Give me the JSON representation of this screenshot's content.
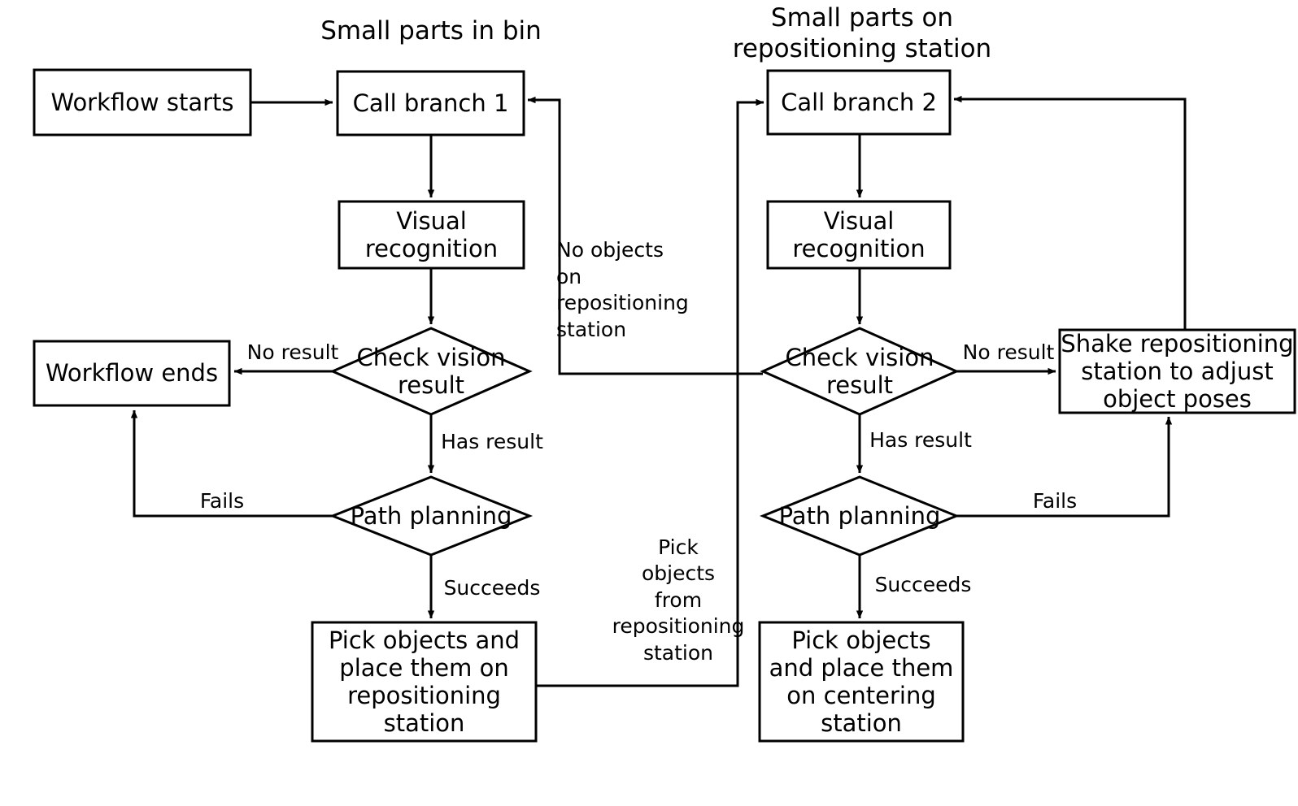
{
  "diagram": {
    "type": "flowchart",
    "background": "#ffffff",
    "stroke_color": "#000000",
    "text_color": "#000000",
    "group_titles": [
      {
        "id": "group-left",
        "text": "Small parts in bin"
      },
      {
        "id": "group-right",
        "text": "Small parts on\nrepositioning station"
      }
    ],
    "nodes": [
      {
        "id": "workflow-starts",
        "shape": "rect",
        "text": "Workflow starts"
      },
      {
        "id": "call-branch-1",
        "shape": "rect",
        "text": "Call branch 1"
      },
      {
        "id": "visual-recognition-1",
        "shape": "rect",
        "text": "Visual\nrecognition"
      },
      {
        "id": "check-vision-result-1",
        "shape": "diamond",
        "text": "Check vision\nresult"
      },
      {
        "id": "workflow-ends",
        "shape": "rect",
        "text": "Workflow ends"
      },
      {
        "id": "path-planning-1",
        "shape": "diamond",
        "text": "Path planning"
      },
      {
        "id": "pick-place-repositioning",
        "shape": "rect",
        "text": "Pick objects and\nplace them on\nrepositioning\nstation"
      },
      {
        "id": "call-branch-2",
        "shape": "rect",
        "text": "Call branch 2"
      },
      {
        "id": "visual-recognition-2",
        "shape": "rect",
        "text": "Visual\nrecognition"
      },
      {
        "id": "check-vision-result-2",
        "shape": "diamond",
        "text": "Check vision\nresult"
      },
      {
        "id": "shake-repositioning",
        "shape": "rect",
        "text": "Shake repositioning\nstation to adjust\nobject poses"
      },
      {
        "id": "path-planning-2",
        "shape": "diamond",
        "text": "Path planning"
      },
      {
        "id": "pick-place-centering",
        "shape": "rect",
        "text": "Pick objects\nand place them\non centering\nstation"
      }
    ],
    "edge_labels": [
      {
        "id": "label-no-result-1",
        "text": "No result"
      },
      {
        "id": "label-has-result-1",
        "text": "Has result"
      },
      {
        "id": "label-fails-1",
        "text": "Fails"
      },
      {
        "id": "label-succeeds-1",
        "text": "Succeeds"
      },
      {
        "id": "label-no-objects-on-repositioning-station",
        "text": "No objects\non\nrepositioning\nstation"
      },
      {
        "id": "label-pick-objects-from-repositioning-station",
        "text": "Pick\nobjects\nfrom\nrepositioning\nstation"
      },
      {
        "id": "label-no-result-2",
        "text": "No result"
      },
      {
        "id": "label-has-result-2",
        "text": "Has result"
      },
      {
        "id": "label-fails-2",
        "text": "Fails"
      },
      {
        "id": "label-succeeds-2",
        "text": "Succeeds"
      }
    ],
    "edges": [
      {
        "from": "workflow-starts",
        "to": "call-branch-1",
        "label": ""
      },
      {
        "from": "call-branch-1",
        "to": "visual-recognition-1",
        "label": ""
      },
      {
        "from": "visual-recognition-1",
        "to": "check-vision-result-1",
        "label": ""
      },
      {
        "from": "check-vision-result-1",
        "to": "workflow-ends",
        "label": "No result"
      },
      {
        "from": "check-vision-result-1",
        "to": "path-planning-1",
        "label": "Has result"
      },
      {
        "from": "path-planning-1",
        "to": "workflow-ends",
        "label": "Fails"
      },
      {
        "from": "path-planning-1",
        "to": "pick-place-repositioning",
        "label": "Succeeds"
      },
      {
        "from": "pick-place-repositioning",
        "to": "call-branch-2",
        "label": "Pick objects from repositioning station"
      },
      {
        "from": "call-branch-2",
        "to": "visual-recognition-2",
        "label": ""
      },
      {
        "from": "visual-recognition-2",
        "to": "check-vision-result-2",
        "label": ""
      },
      {
        "from": "check-vision-result-2",
        "to": "call-branch-1",
        "label": "No objects on repositioning station"
      },
      {
        "from": "check-vision-result-2",
        "to": "shake-repositioning",
        "label": "No result"
      },
      {
        "from": "check-vision-result-2",
        "to": "path-planning-2",
        "label": "Has result"
      },
      {
        "from": "path-planning-2",
        "to": "shake-repositioning",
        "label": "Fails"
      },
      {
        "from": "path-planning-2",
        "to": "pick-place-centering",
        "label": "Succeeds"
      },
      {
        "from": "shake-repositioning",
        "to": "call-branch-2",
        "label": ""
      }
    ]
  }
}
